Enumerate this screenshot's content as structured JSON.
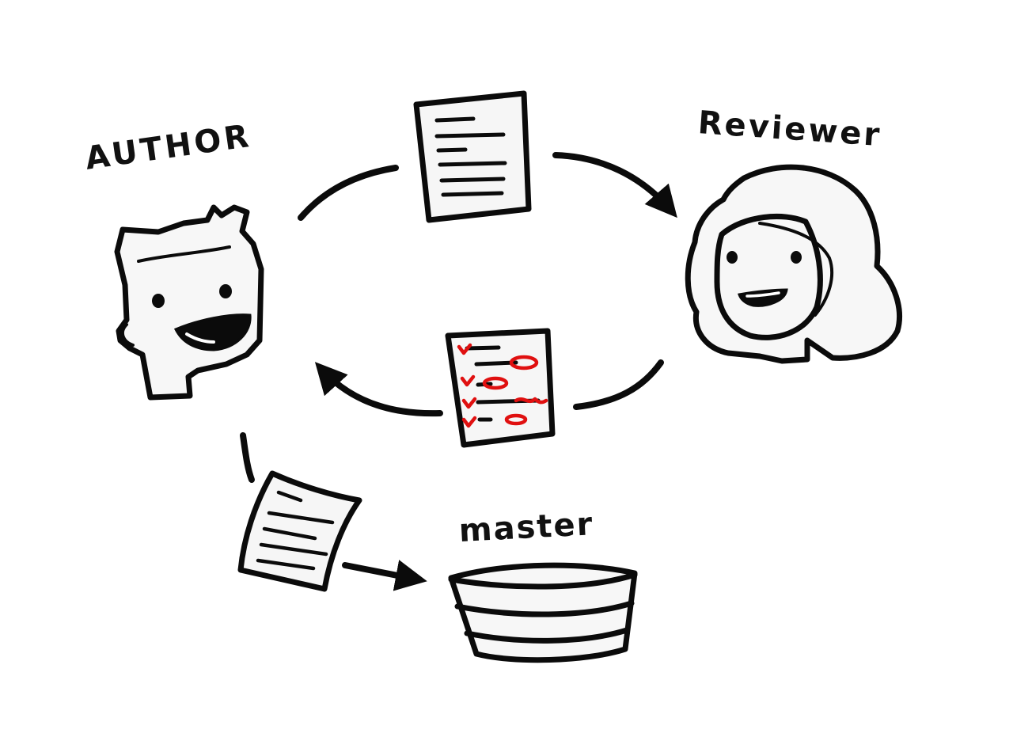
{
  "diagram": {
    "nodes": {
      "author": {
        "label": "AUTHOR"
      },
      "reviewer": {
        "label": "Reviewer"
      },
      "master": {
        "label": "master"
      }
    },
    "colors": {
      "ink": "#0b0b0b",
      "paper": "#f6f6f6",
      "review_marks": "#e01010"
    }
  }
}
